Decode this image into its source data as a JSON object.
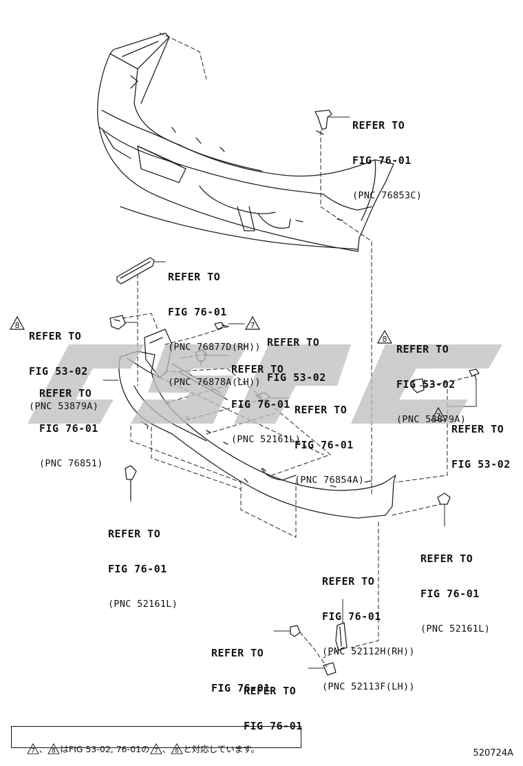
{
  "labels": {
    "bracket_top": {
      "refer": "REFER TO",
      "fig": "FIG 76-01",
      "pnc": "(PNC 76853C)"
    },
    "moulding": {
      "refer": "REFER TO",
      "fig": "FIG 76-01",
      "pnc1": "(PNC 76877D(RH))",
      "pnc2": "(PNC 76878A(LH))"
    },
    "retainer_left": {
      "refer": "REFER TO",
      "fig": "FIG 53-02",
      "pnc": "(PNC 53879A)",
      "mark": "8"
    },
    "screw_7": {
      "refer": "REFER TO",
      "fig": "FIG 53-02",
      "mark": "7"
    },
    "clip_mid": {
      "refer": "REFER TO",
      "fig": "FIG 76-01",
      "pnc": "(PNC 52161L)"
    },
    "spoiler": {
      "refer": "REFER TO",
      "fig": "FIG 76-01",
      "pnc": "(PNC 76851)"
    },
    "clip_76854": {
      "refer": "REFER TO",
      "fig": "FIG 76-01",
      "pnc": "(PNC 76854A)"
    },
    "retainer_right": {
      "refer": "REFER TO",
      "fig": "FIG 53-02",
      "pnc": "(PNC 53879A)",
      "mark": "8"
    },
    "screw_right": {
      "refer": "REFER TO",
      "fig": "FIG 53-02",
      "mark": "7"
    },
    "clip_bottom_left": {
      "refer": "REFER TO",
      "fig": "FIG 76-01",
      "pnc": "(PNC 52161L)"
    },
    "clip_right": {
      "refer": "REFER TO",
      "fig": "FIG 76-01",
      "pnc": "(PNC 52161L)"
    },
    "bracket_lower": {
      "refer": "REFER TO",
      "fig": "FIG 76-01",
      "pnc1": "(PNC 52112H(RH))",
      "pnc2": "(PNC 52113F(LH))"
    },
    "bolt_lower": {
      "refer": "REFER TO",
      "fig": "FIG 76-01"
    },
    "nut_lower": {
      "refer": "REFER TO",
      "fig": "FIG 76-01"
    }
  },
  "note": {
    "mark1": "7",
    "mark2": "8",
    "text_a": "、",
    "text_b": "はFIG 53-02, 76-01の",
    "text_c": "、",
    "text_d": "と対応しています。"
  },
  "figure_number": "520724A",
  "watermark_text": "CSPC"
}
